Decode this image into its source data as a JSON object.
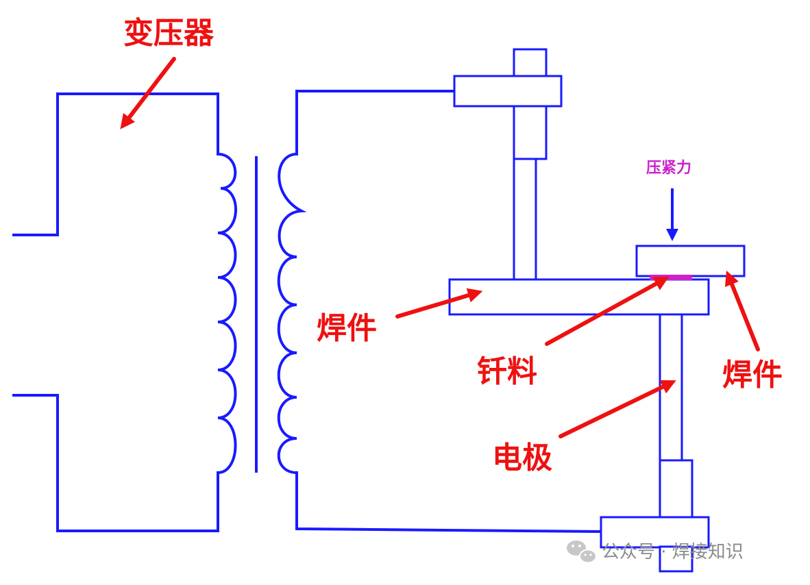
{
  "labels": {
    "transformer": "变压器",
    "workpiece_left": "焊件",
    "solder": "钎料",
    "workpiece_right": "焊件",
    "electrode": "电极",
    "clamping_force": "压紧力"
  },
  "watermark": {
    "text": "公众号 · 焊接知识",
    "icon": "wechat-icon"
  },
  "colors": {
    "wire": "#1a1aff",
    "label": "#ee1111",
    "force_label": "#cc22cc",
    "solder": "#cc22cc"
  }
}
